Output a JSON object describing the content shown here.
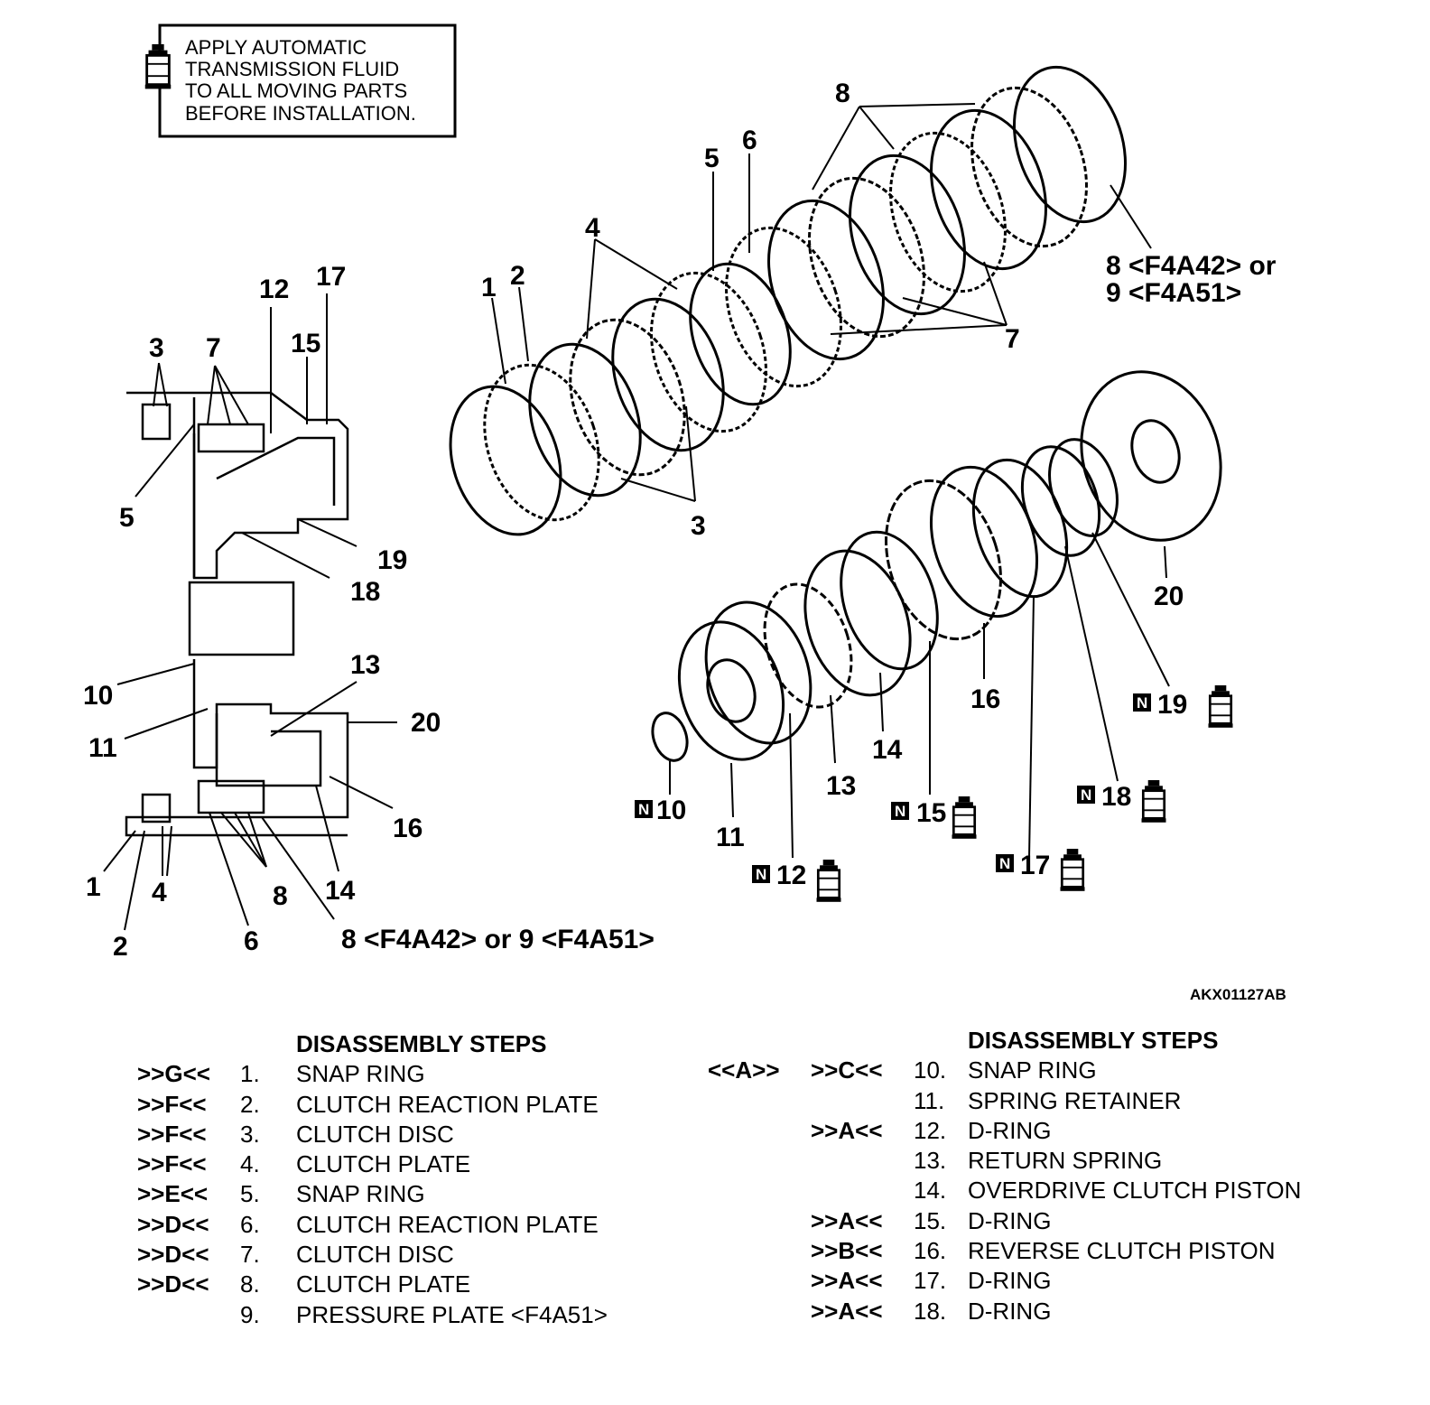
{
  "note": {
    "icon": "fluid-bottle-icon",
    "lines": [
      "APPLY AUTOMATIC",
      "TRANSMISSION FLUID",
      "TO ALL MOVING PARTS",
      "BEFORE INSTALLATION."
    ]
  },
  "figure_id": "AKX01127AB",
  "n_badge": "N",
  "callouts": {
    "c1": "1",
    "c2": "2",
    "c3": "3",
    "c4": "4",
    "c5": "5",
    "c6": "6",
    "c7": "7",
    "c8": "8",
    "c10": "10",
    "c11": "11",
    "c12": "12",
    "c13": "13",
    "c14": "14",
    "c15": "15",
    "c16": "16",
    "c17": "17",
    "c18": "18",
    "c19": "19",
    "c20": "20",
    "alt_line1": "8 <F4A42> or",
    "alt_line2": "9 <F4A51>",
    "alt_bottom": "8 <F4A42> or 9 <F4A51>"
  },
  "steps_left": {
    "header": "DISASSEMBLY STEPS",
    "rows": [
      {
        "code": ">>G<<",
        "num": "1.",
        "name": "SNAP RING"
      },
      {
        "code": ">>F<<",
        "num": "2.",
        "name": "CLUTCH REACTION PLATE"
      },
      {
        "code": ">>F<<",
        "num": "3.",
        "name": "CLUTCH DISC"
      },
      {
        "code": ">>F<<",
        "num": "4.",
        "name": "CLUTCH PLATE"
      },
      {
        "code": ">>E<<",
        "num": "5.",
        "name": "SNAP RING"
      },
      {
        "code": ">>D<<",
        "num": "6.",
        "name": "CLUTCH REACTION PLATE"
      },
      {
        "code": ">>D<<",
        "num": "7.",
        "name": "CLUTCH DISC"
      },
      {
        "code": ">>D<<",
        "num": "8.",
        "name": "CLUTCH PLATE"
      },
      {
        "code": "",
        "num": "9.",
        "name": "PRESSURE PLATE <F4A51>"
      }
    ]
  },
  "steps_right": {
    "header": "DISASSEMBLY STEPS",
    "rows": [
      {
        "pre": "<<A>>",
        "code": ">>C<<",
        "num": "10.",
        "name": "SNAP RING"
      },
      {
        "pre": "",
        "code": "",
        "num": "11.",
        "name": "SPRING RETAINER"
      },
      {
        "pre": "",
        "code": ">>A<<",
        "num": "12.",
        "name": "D-RING"
      },
      {
        "pre": "",
        "code": "",
        "num": "13.",
        "name": "RETURN SPRING"
      },
      {
        "pre": "",
        "code": "",
        "num": "14.",
        "name": "OVERDRIVE CLUTCH PISTON"
      },
      {
        "pre": "",
        "code": ">>A<<",
        "num": "15.",
        "name": "D-RING"
      },
      {
        "pre": "",
        "code": ">>B<<",
        "num": "16.",
        "name": "REVERSE CLUTCH PISTON"
      },
      {
        "pre": "",
        "code": ">>A<<",
        "num": "17.",
        "name": "D-RING"
      },
      {
        "pre": "",
        "code": ">>A<<",
        "num": "18.",
        "name": "D-RING"
      }
    ]
  }
}
